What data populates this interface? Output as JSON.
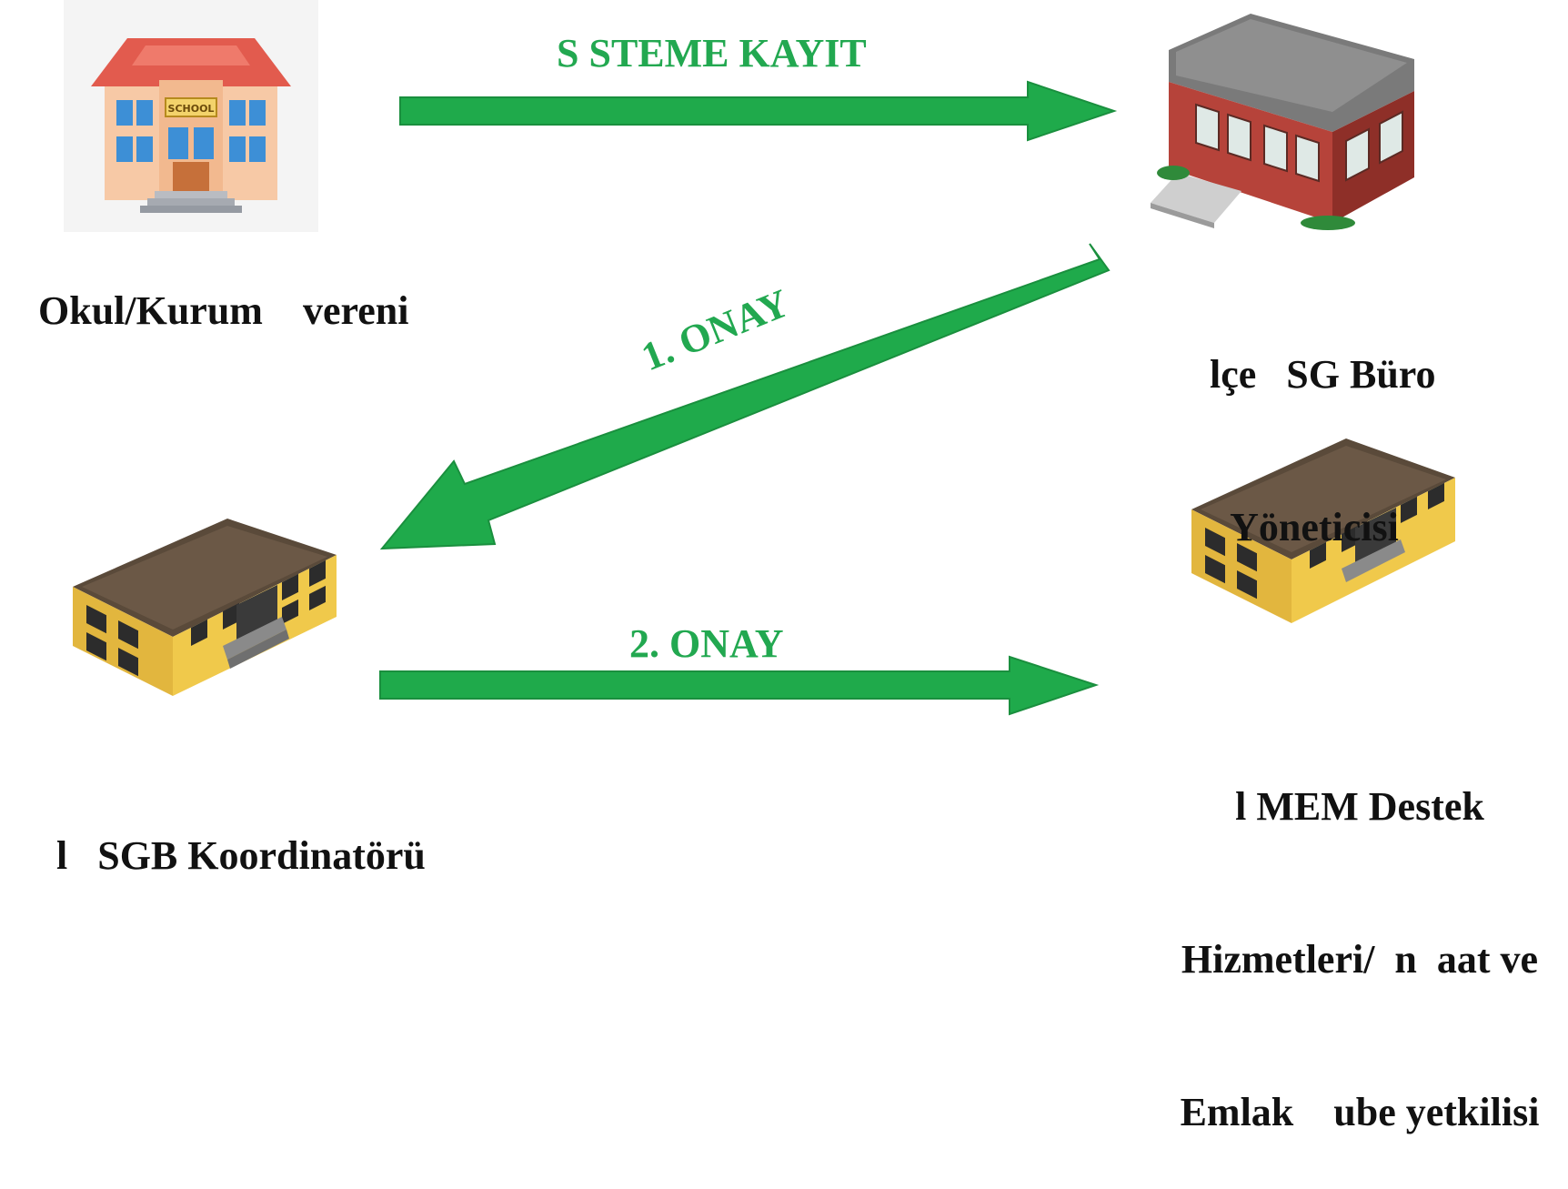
{
  "colors": {
    "arrow": "#1faa4b",
    "arrow_stroke": "#1a8f3e",
    "flow_text": "#22a850",
    "label_text": "#111111"
  },
  "nodes": {
    "school": {
      "label_lines": [
        "Okul/Kurum    vereni"
      ],
      "icon": "school-building-icon"
    },
    "district": {
      "label_lines": [
        "lçe   SG Büro",
        "Yöneticisi"
      ],
      "icon": "red-office-building-icon"
    },
    "provincial_coord": {
      "label_lines": [
        "l   SGB Koordinatörü"
      ],
      "icon": "yellow-school-building-icon"
    },
    "provincial_support": {
      "label_lines": [
        "l MEM Destek",
        "Hizmetleri/  n  aat ve",
        "Emlak    ube yetkilisi"
      ],
      "icon": "yellow-school-building-icon"
    }
  },
  "flows": [
    {
      "id": "kayit",
      "label": "S  STEME KAYIT"
    },
    {
      "id": "onay1",
      "label": "1. ONAY"
    },
    {
      "id": "onay2",
      "label": "2. ONAY"
    }
  ]
}
